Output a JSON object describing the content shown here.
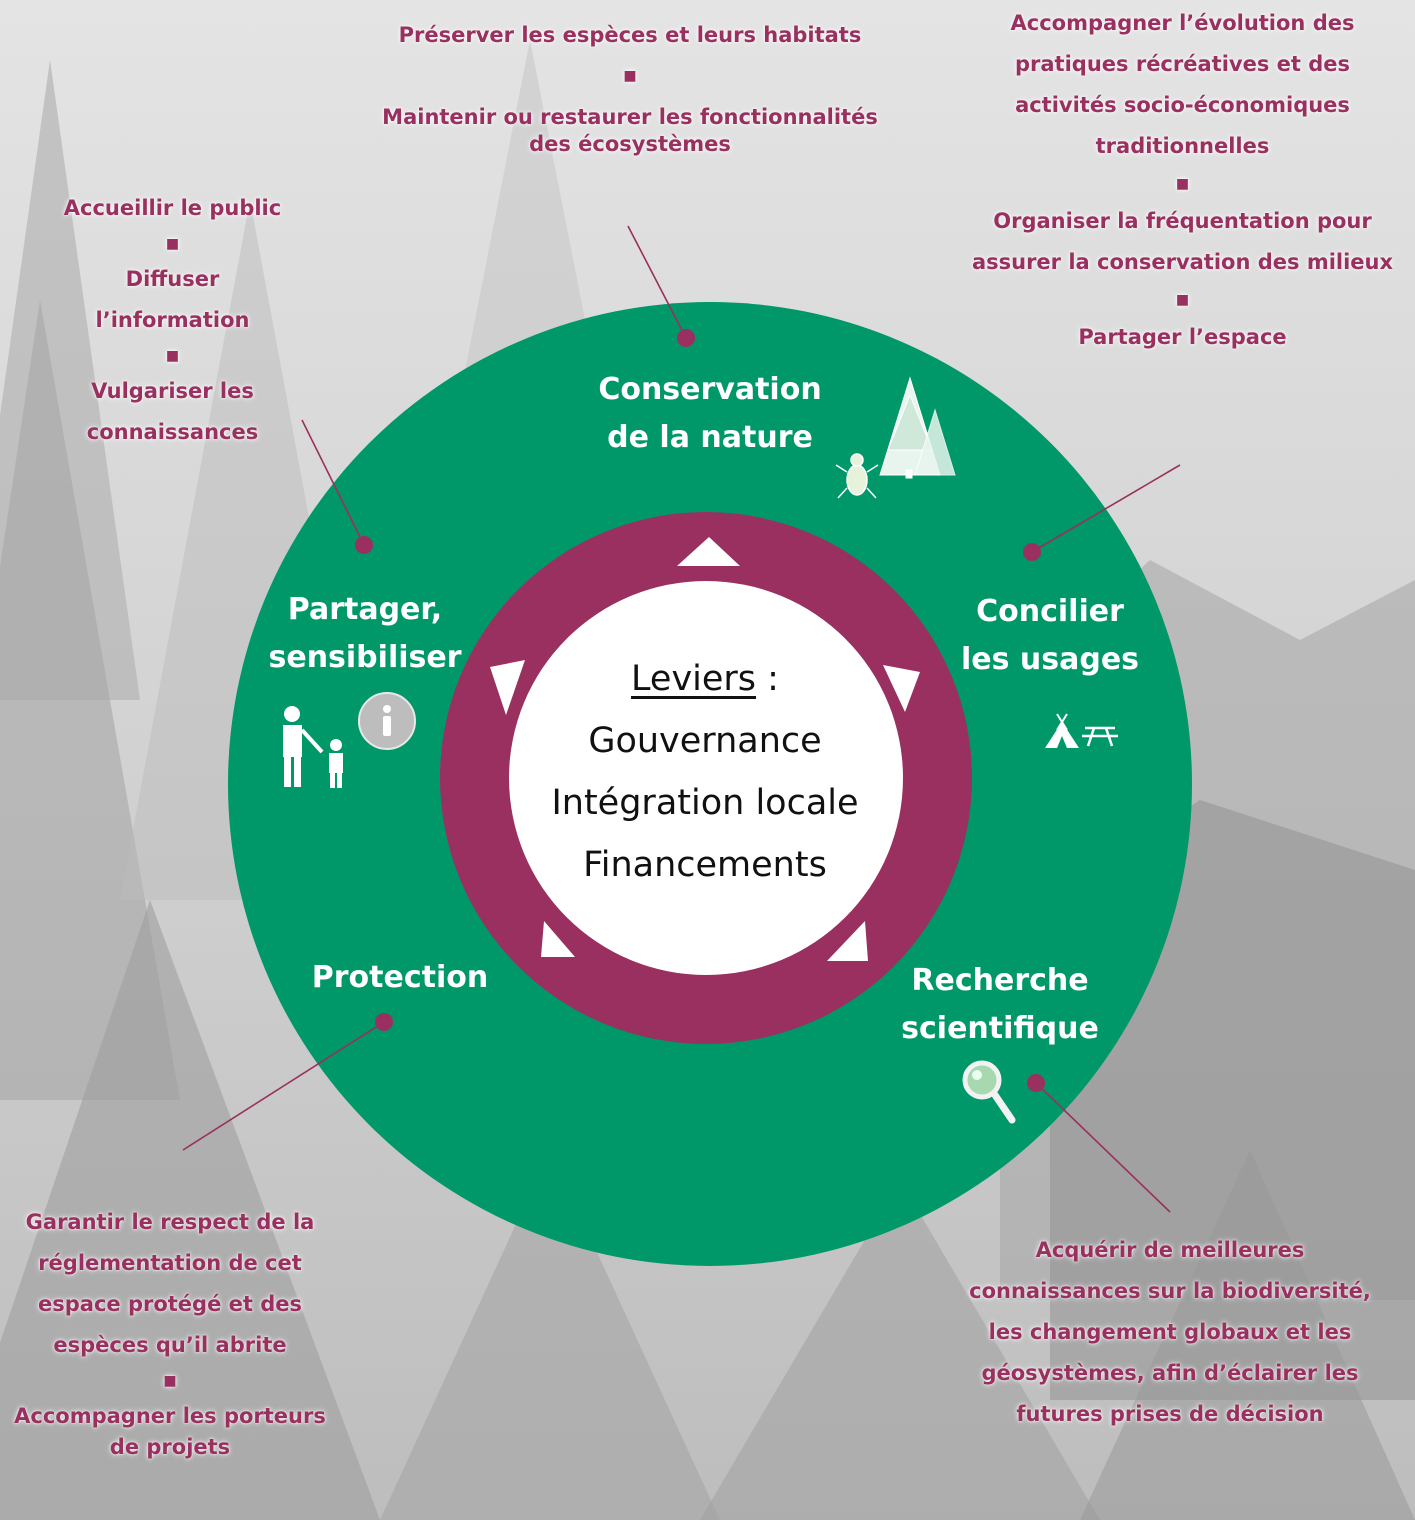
{
  "colors": {
    "ring_outer": "#009868",
    "ring_inner": "#99305f",
    "text_accent": "#99305f",
    "center": "#ffffff"
  },
  "center": {
    "title": "Leviers",
    "title_suffix": " :",
    "items": [
      "Gouvernance",
      "Intégration locale",
      "Financements"
    ]
  },
  "axes": {
    "conservation": [
      "Conservation",
      "de la nature"
    ],
    "concilier": [
      "Concilier",
      "les usages"
    ],
    "recherche": [
      "Recherche",
      "scientifique"
    ],
    "protection": [
      "Protection"
    ],
    "partager": [
      "Partager,",
      "sensibiliser"
    ]
  },
  "blocks": {
    "top_center": {
      "a": "Préserver les espèces et leurs habitats",
      "sep": "■",
      "b1": "Maintenir ou restaurer les fonctionnalités",
      "b2": "des écosystèmes"
    },
    "top_right": {
      "a1": "Accompagner l’évolution des",
      "a2": "pratiques récréatives et des",
      "a3": "activités socio-économiques",
      "a4": "traditionnelles",
      "sep1": "■",
      "b1": "Organiser la fréquentation pour",
      "b2": "assurer la conservation des milieux",
      "sep2": "■",
      "c": "Partager l’espace"
    },
    "left": {
      "a": "Accueillir le public",
      "sep1": "■",
      "b1": "Diffuser",
      "b2": "l’information",
      "sep2": "■",
      "c1": "Vulgariser les",
      "c2": "connaissances"
    },
    "bottom_left": {
      "a1": "Garantir le respect de la",
      "a2": "réglementation de cet",
      "a3": "espace protégé et des",
      "a4": "espèces qu’il  abrite",
      "sep": "■",
      "b1": "Accompagner les porteurs",
      "b2": "de projets"
    },
    "bottom_right": {
      "a1": "Acquérir de meilleures",
      "a2": "connaissances sur la biodiversité,",
      "a3": "les changement globaux et les",
      "a4": "géosystèmes, afin d’éclairer les",
      "a5": "futures prises de décision"
    }
  },
  "icons": [
    "tree-icon",
    "insect-icon",
    "tent-icon",
    "picnic-table-icon",
    "magnifier-icon",
    "info-icon",
    "family-icon"
  ]
}
